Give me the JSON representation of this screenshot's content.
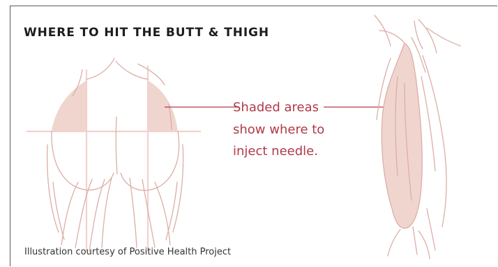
{
  "title": "WHERE TO HIT THE BUTT & THIGH",
  "callout": {
    "lines": [
      "Shaded areas",
      "show where to",
      "inject needle."
    ]
  },
  "credit": "Illustration courtesy of Positive Health Project",
  "colors": {
    "title": "#1c1c1c",
    "callout": "#b03a48",
    "shade": "#f0d5cf",
    "outline": "#dcaea6",
    "crosshair": "#f0d2cc"
  },
  "illustrations": [
    {
      "name": "buttocks-rear-view",
      "shaded": "upper outer quadrants"
    },
    {
      "name": "thigh-side-view",
      "shaded": "outer thigh muscle"
    }
  ]
}
